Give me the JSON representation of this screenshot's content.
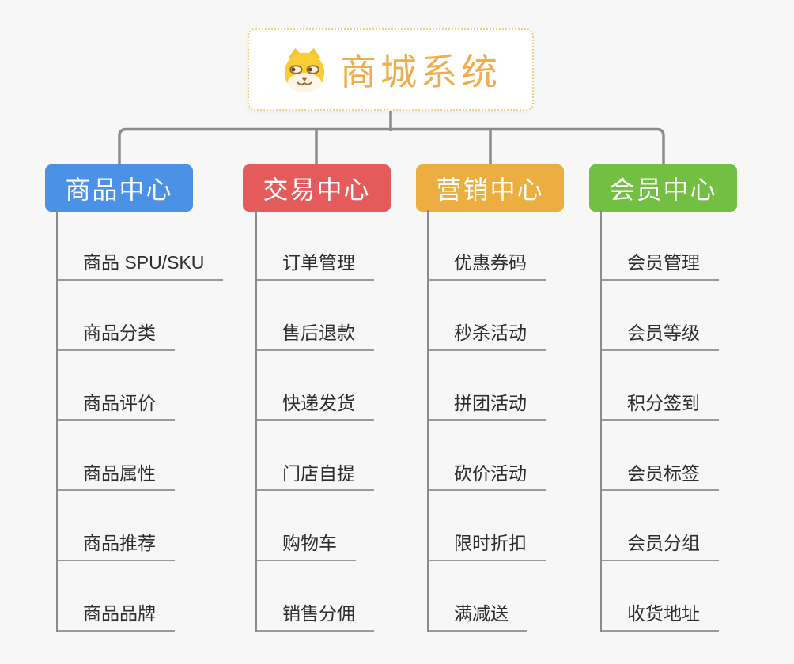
{
  "root": {
    "title": "商城系统",
    "icon": "dog-face-icon",
    "text_color": "#F0AD4E",
    "border_color": "#F6CC85",
    "background": "#FFFFFF"
  },
  "branches": [
    {
      "label": "商品中心",
      "color": "#4B91E6",
      "children": [
        "商品 SPU/SKU",
        "商品分类",
        "商品评价",
        "商品属性",
        "商品推荐",
        "商品品牌"
      ]
    },
    {
      "label": "交易中心",
      "color": "#E55A5A",
      "children": [
        "订单管理",
        "售后退款",
        "快递发货",
        "门店自提",
        "购物车",
        "销售分佣"
      ]
    },
    {
      "label": "营销中心",
      "color": "#ECAE41",
      "children": [
        "优惠券码",
        "秒杀活动",
        "拼团活动",
        "砍价活动",
        "限时折扣",
        "满减送"
      ]
    },
    {
      "label": "会员中心",
      "color": "#72BF43",
      "children": [
        "会员管理",
        "会员等级",
        "积分签到",
        "会员标签",
        "会员分组",
        "收货地址"
      ]
    }
  ],
  "style": {
    "canvas_background": "#F7F7F7",
    "connector_color": "#8B8B8B",
    "leaf_underline_color": "#9A9A9A",
    "leaf_text_color": "#2E2E2E",
    "branch_text_color": "#FFFFFF"
  }
}
